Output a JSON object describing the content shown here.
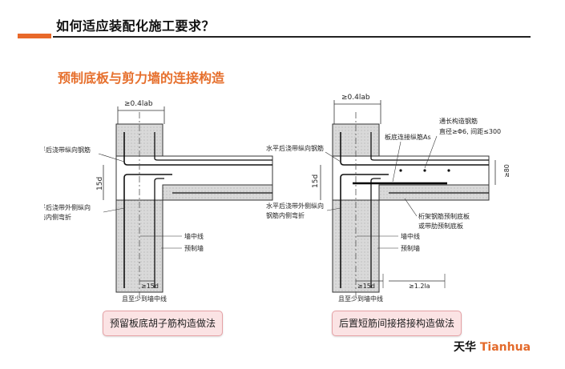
{
  "slide_title": "如何适应装配化施工要求？",
  "section_title": "预制底板与剪力墙的连接构造",
  "left": {
    "dim_top": "≥0.4lab",
    "label_top_rebar": "水平后浇带纵向钢筋",
    "dim_side": "15d",
    "label_outer_rebar_1": "水平后浇带外侧纵向",
    "label_outer_rebar_2": "钢筋内侧弯折",
    "label_wall_axis": "墙中线",
    "label_precast_wall": "预制墙",
    "dim_bottom": "≥15d",
    "label_bottom_note": "且至少到墙中线",
    "caption": "预留板底胡子筋构造做法"
  },
  "right": {
    "dim_top": "≥0.4lab",
    "label_tie_1": "通长构造钢筋",
    "label_tie_2": "直径≥Φ6, 间距≤300",
    "label_slab_seam": "板底连接纵筋As",
    "label_top_rebar": "水平后浇带纵向钢筋",
    "dim_side": "15d",
    "dim_right": "≥80",
    "label_outer_rebar_1": "水平后浇带外侧纵向",
    "label_outer_rebar_2": "钢筋内侧弯折",
    "label_truss_1": "桁架钢筋预制底板",
    "label_truss_2": "或带肋预制底板",
    "label_wall_axis": "墙中线",
    "label_precast_wall": "预制墙",
    "dim_bottom_1": "≥15d",
    "dim_bottom_2": "≥1.2la",
    "label_bottom_note": "且至少到墙中线",
    "caption": "后置短筋间接搭接构造做法"
  },
  "brand": {
    "cn": "天华",
    "en": "Tianhua"
  }
}
